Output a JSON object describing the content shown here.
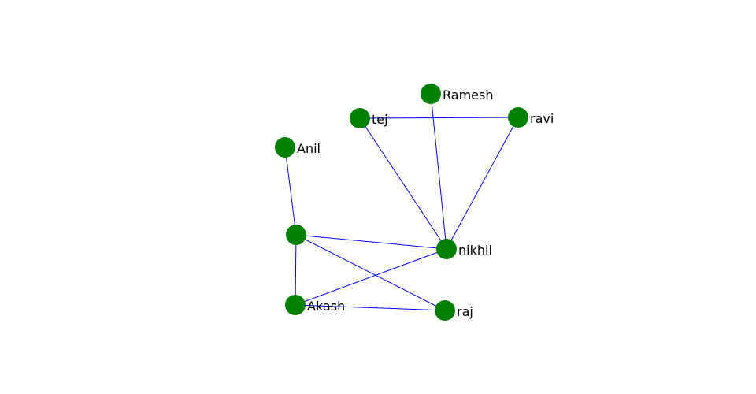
{
  "graph": {
    "node_color": "#008000",
    "edge_color": "#0000ff",
    "nodes": [
      {
        "id": "ramesh",
        "label": "Ramesh"
      },
      {
        "id": "tej",
        "label": "tej"
      },
      {
        "id": "ravi",
        "label": "ravi"
      },
      {
        "id": "anil",
        "label": "Anil"
      },
      {
        "id": "unlabeled",
        "label": ""
      },
      {
        "id": "nikhil",
        "label": "nikhil"
      },
      {
        "id": "akash",
        "label": "Akash"
      },
      {
        "id": "raj",
        "label": "raj"
      }
    ],
    "edges": [
      {
        "source": "tej",
        "target": "ravi"
      },
      {
        "source": "tej",
        "target": "nikhil"
      },
      {
        "source": "ramesh",
        "target": "nikhil"
      },
      {
        "source": "ravi",
        "target": "nikhil"
      },
      {
        "source": "anil",
        "target": "unlabeled"
      },
      {
        "source": "unlabeled",
        "target": "nikhil"
      },
      {
        "source": "unlabeled",
        "target": "raj"
      },
      {
        "source": "unlabeled",
        "target": "akash"
      },
      {
        "source": "akash",
        "target": "nikhil"
      },
      {
        "source": "akash",
        "target": "raj"
      }
    ]
  }
}
